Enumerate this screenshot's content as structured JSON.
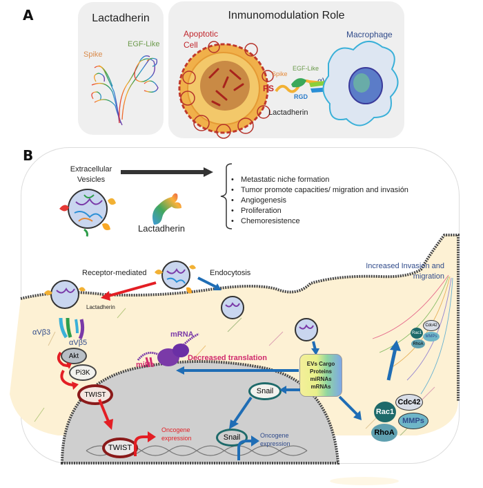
{
  "panel_a": {
    "letter": "A",
    "lactadherin_box": {
      "title": "Lactadherin",
      "spike_label": "Spike",
      "egf_label": "EGF-Like"
    },
    "immuno_box": {
      "title": "Inmunomodulation Role",
      "apoptotic_label_line1": "Apoptotic",
      "apoptotic_label_line2": "Cell",
      "macrophage_label": "Macrophage",
      "spike_label": "Spike",
      "egf_label": "EGF-Like",
      "ps_label": "PS",
      "integrin_label": "αVβ3",
      "rgd_label": "RGD",
      "lactadherin_label": "Lactadherin"
    }
  },
  "panel_b": {
    "letter": "B",
    "ev_label_line1": "Extracellular",
    "ev_label_line2": "Vesicles",
    "lactadherin_label": "Lactadherin",
    "effects": [
      "Metastatic niche formation",
      "Tumor promote capacities/ migration and invasión",
      "Angiogenesis",
      "Proliferation",
      "Chemoresistence"
    ],
    "receptor_mediated_label": "Receptor-mediated",
    "endocytosis_label": "Endocytosis",
    "small_lactadherin_label": "Lactadherin",
    "integrin_b3": "αVβ3",
    "integrin_b5": "αVβ5",
    "invasion_label_line1": "Increased Invasion and",
    "invasion_label_line2": "migration",
    "akt": "Akt",
    "pi3k": "Pi3K",
    "twist": "TWIST",
    "twist_nucleus": "TWIST",
    "mrna_label": "mRNA",
    "mirs_label": "miRs",
    "decreased_translation": "Decreased translation",
    "cargo": [
      "EVs Cargo",
      "Proteins",
      "miRNAs",
      "mRNAs"
    ],
    "snail": "Snail",
    "snail_nucleus": "Snail",
    "oncogene_red_line1": "Oncogene",
    "oncogene_red_line2": "expression",
    "oncogene_blue_line1": "Oncogene",
    "oncogene_blue_line2": "expression",
    "rac1": "Rac1",
    "cdc42": "Cdc42",
    "mmps": "MMPs",
    "rhoa": "RhoA",
    "rac1_small": "Rac1",
    "cdc42_small": "Cdc42",
    "mmps_small": "MMPs",
    "rhoa_small": "RhoA"
  },
  "colors": {
    "red_text": "#c0272d",
    "blue_text": "#2f4a8a",
    "arrow_red": "#e31e24",
    "arrow_blue": "#1f6db5",
    "magenta": "#d02c6e",
    "purple": "#7a3aa8",
    "cytoplasm": "#fdf1d4",
    "nucleus": "#cfcfcf",
    "panel_gray": "#efefef"
  }
}
